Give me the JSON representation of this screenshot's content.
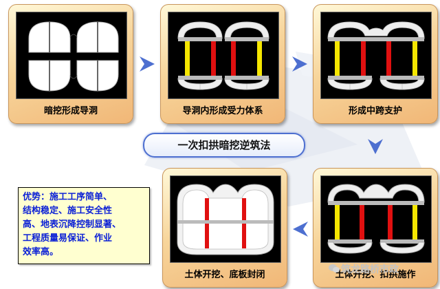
{
  "steps": [
    {
      "label": "暗挖形成导洞"
    },
    {
      "label": "导洞内形成受力体系"
    },
    {
      "label": "形成中跨支护"
    },
    {
      "label": "土体开挖、扣拱施作"
    },
    {
      "label": "土体开挖、底板封闭"
    }
  ],
  "method": {
    "title": "一次扣拱暗挖逆筑法"
  },
  "advantages": {
    "lines": [
      "优势：施工工序简单、",
      "结构稳定、施工安全性",
      "高、地表沉降控制显著、",
      "工程质量易保证、作业",
      "效率高。"
    ]
  },
  "watermark": {
    "text": "筑龙路桥市政",
    "icon": "wechat-icon"
  },
  "colors": {
    "column_yellow": "#f5e600",
    "column_red": "#e01010",
    "arrow_blue": "#4d6fd0"
  }
}
